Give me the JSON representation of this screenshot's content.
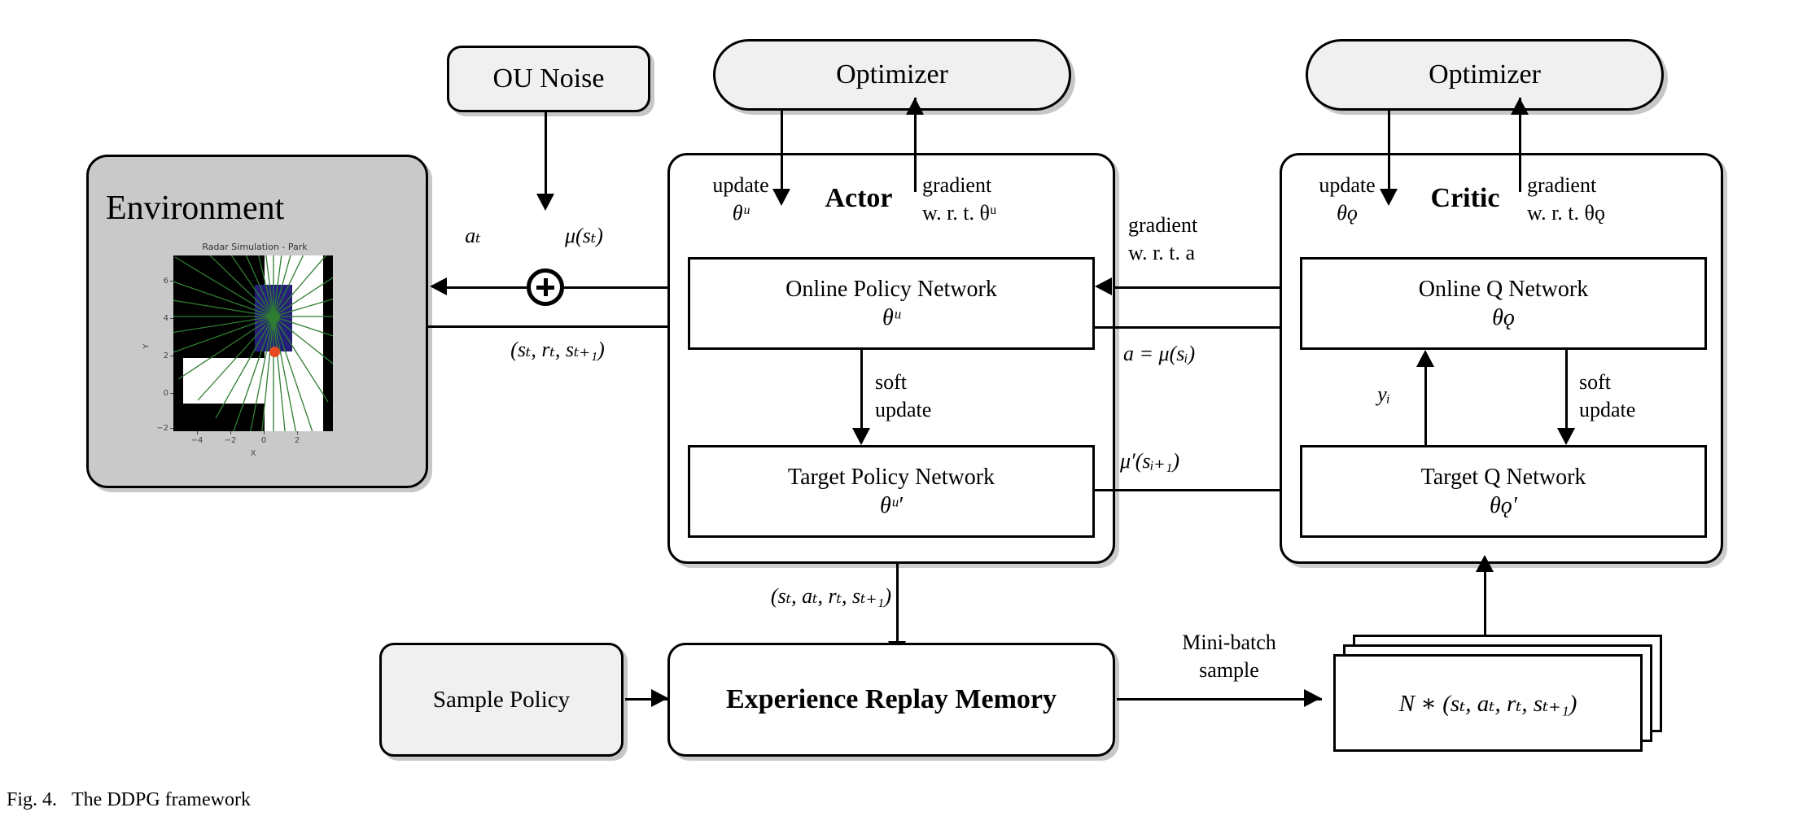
{
  "figure": {
    "caption_prefix": "Fig. 4.",
    "caption_text": "The DDPG framework"
  },
  "environment": {
    "title": "Environment",
    "plot": {
      "title": "Radar Simulation - Park",
      "xlabel": "X",
      "ylabel": "Y",
      "xticks": [
        "−4",
        "−2",
        "0",
        "2"
      ],
      "yticks": [
        "−2",
        "0",
        "2",
        "4",
        "6"
      ],
      "agent_color": "#2e7d32",
      "goal_color": "#e8481f",
      "obstacle_color": "#26207a",
      "ray_color": "#2e7d32",
      "free_color": "#ffffff",
      "blocked_color": "#000000"
    }
  },
  "ou_noise": {
    "label": "OU Noise"
  },
  "sum_node": {
    "symbol": "+",
    "name": "sum"
  },
  "edges": {
    "action": "aₜ",
    "policy_out": "μ(sₜ)",
    "transition": "(sₜ, rₜ, sₜ₊₁)",
    "experience_tuple": "(sₜ, aₜ, rₜ, sₜ₊₁)",
    "gradient_wrt_a_line1": "gradient",
    "gradient_wrt_a_line2": "w. r. t. a",
    "a_equals_mu": "a = μ(sᵢ)",
    "mu_prime": "μ′(sᵢ₊₁)",
    "y_i": "yᵢ",
    "minibatch_line1": "Mini-batch",
    "minibatch_line2": "sample"
  },
  "actor": {
    "optimizer_label": "Optimizer",
    "title": "Actor",
    "update_line1": "update",
    "update_line2": "θᵘ",
    "gradient_line1": "gradient",
    "gradient_line2": "w. r. t. θᵘ",
    "soft_update_line1": "soft",
    "soft_update_line2": "update",
    "online_network": {
      "name": "Online Policy Network",
      "params": "θᵘ"
    },
    "target_network": {
      "name": "Target Policy Network",
      "params": "θᵘ′"
    }
  },
  "critic": {
    "optimizer_label": "Optimizer",
    "title": "Critic",
    "update_line1": "update",
    "update_line2": "θǫ",
    "gradient_line1": "gradient",
    "gradient_line2": "w. r. t. θǫ",
    "soft_update_line1": "soft",
    "soft_update_line2": "update",
    "online_network": {
      "name": "Online Q Network",
      "params": "θǫ"
    },
    "target_network": {
      "name": "Target Q Network",
      "params": "θǫ′"
    }
  },
  "sample_policy": {
    "label": "Sample Policy"
  },
  "replay_memory": {
    "label": "Experience Replay Memory"
  },
  "minibatch_card": {
    "label": "N ∗ (sₜ, aₜ, rₜ, sₜ₊₁)"
  },
  "colors": {
    "box_fill": "#f0f0f0",
    "env_fill": "#c9c9c9",
    "stroke": "#000000"
  }
}
